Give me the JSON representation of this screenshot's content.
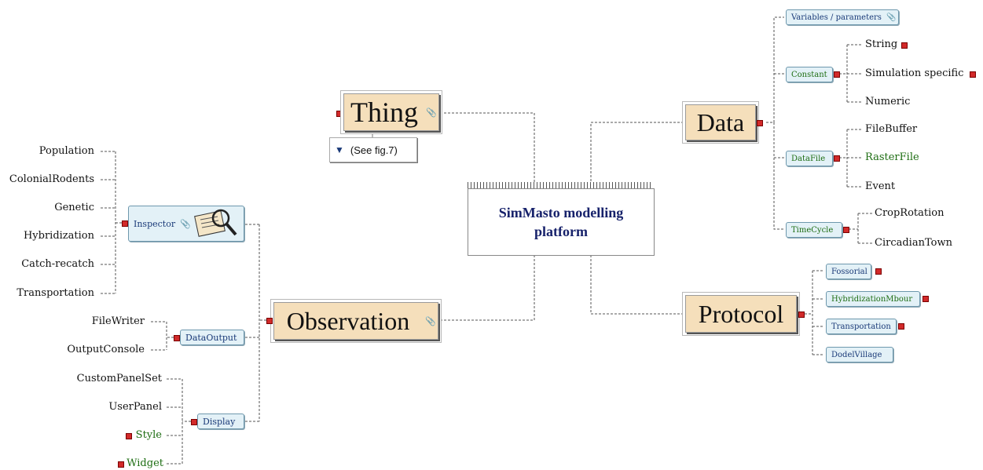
{
  "central": {
    "line1": "SimMasto modelling",
    "line2": "platform"
  },
  "nodes": {
    "thing": "Thing",
    "thing_note": "(See fig.7)",
    "data": "Data",
    "protocol": "Protocol",
    "observation": "Observation"
  },
  "data_children": {
    "variables": "Variables / parameters",
    "constant": "Constant",
    "constant_items": [
      "String",
      "Simulation specific",
      "Numeric"
    ],
    "datafile": "DataFile",
    "datafile_items": [
      "FileBuffer",
      "RasterFile",
      "Event"
    ],
    "timecycle": "TimeCycle",
    "timecycle_items": [
      "CropRotation",
      "CircadianTown"
    ]
  },
  "protocol_children": [
    "Fossorial",
    "HybridizationMbour",
    "Transportation",
    "DodelVillage"
  ],
  "observation_children": {
    "inspector": "Inspector",
    "inspector_items": [
      "Population",
      "ColonialRodents",
      "Genetic",
      "Hybridization",
      "Catch-recatch",
      "Transportation"
    ],
    "dataoutput": "DataOutput",
    "dataoutput_items": [
      "FileWriter",
      "OutputConsole"
    ],
    "display": "Display",
    "display_items": [
      "CustomPanelSet",
      "UserPanel",
      "Style",
      "Widget"
    ]
  },
  "colors": {
    "main_node_fill": "#f5dfbb",
    "sub_node_fill": "#e3f1f7",
    "sub_node_text": "#1a3a78",
    "green_text": "#1d6d12",
    "marker_red": "#d22a2a",
    "central_text": "#17226b"
  },
  "icons": [
    "paperclip-icon",
    "pin-icon",
    "magnifier-icon",
    "collapse-marker-icon"
  ]
}
